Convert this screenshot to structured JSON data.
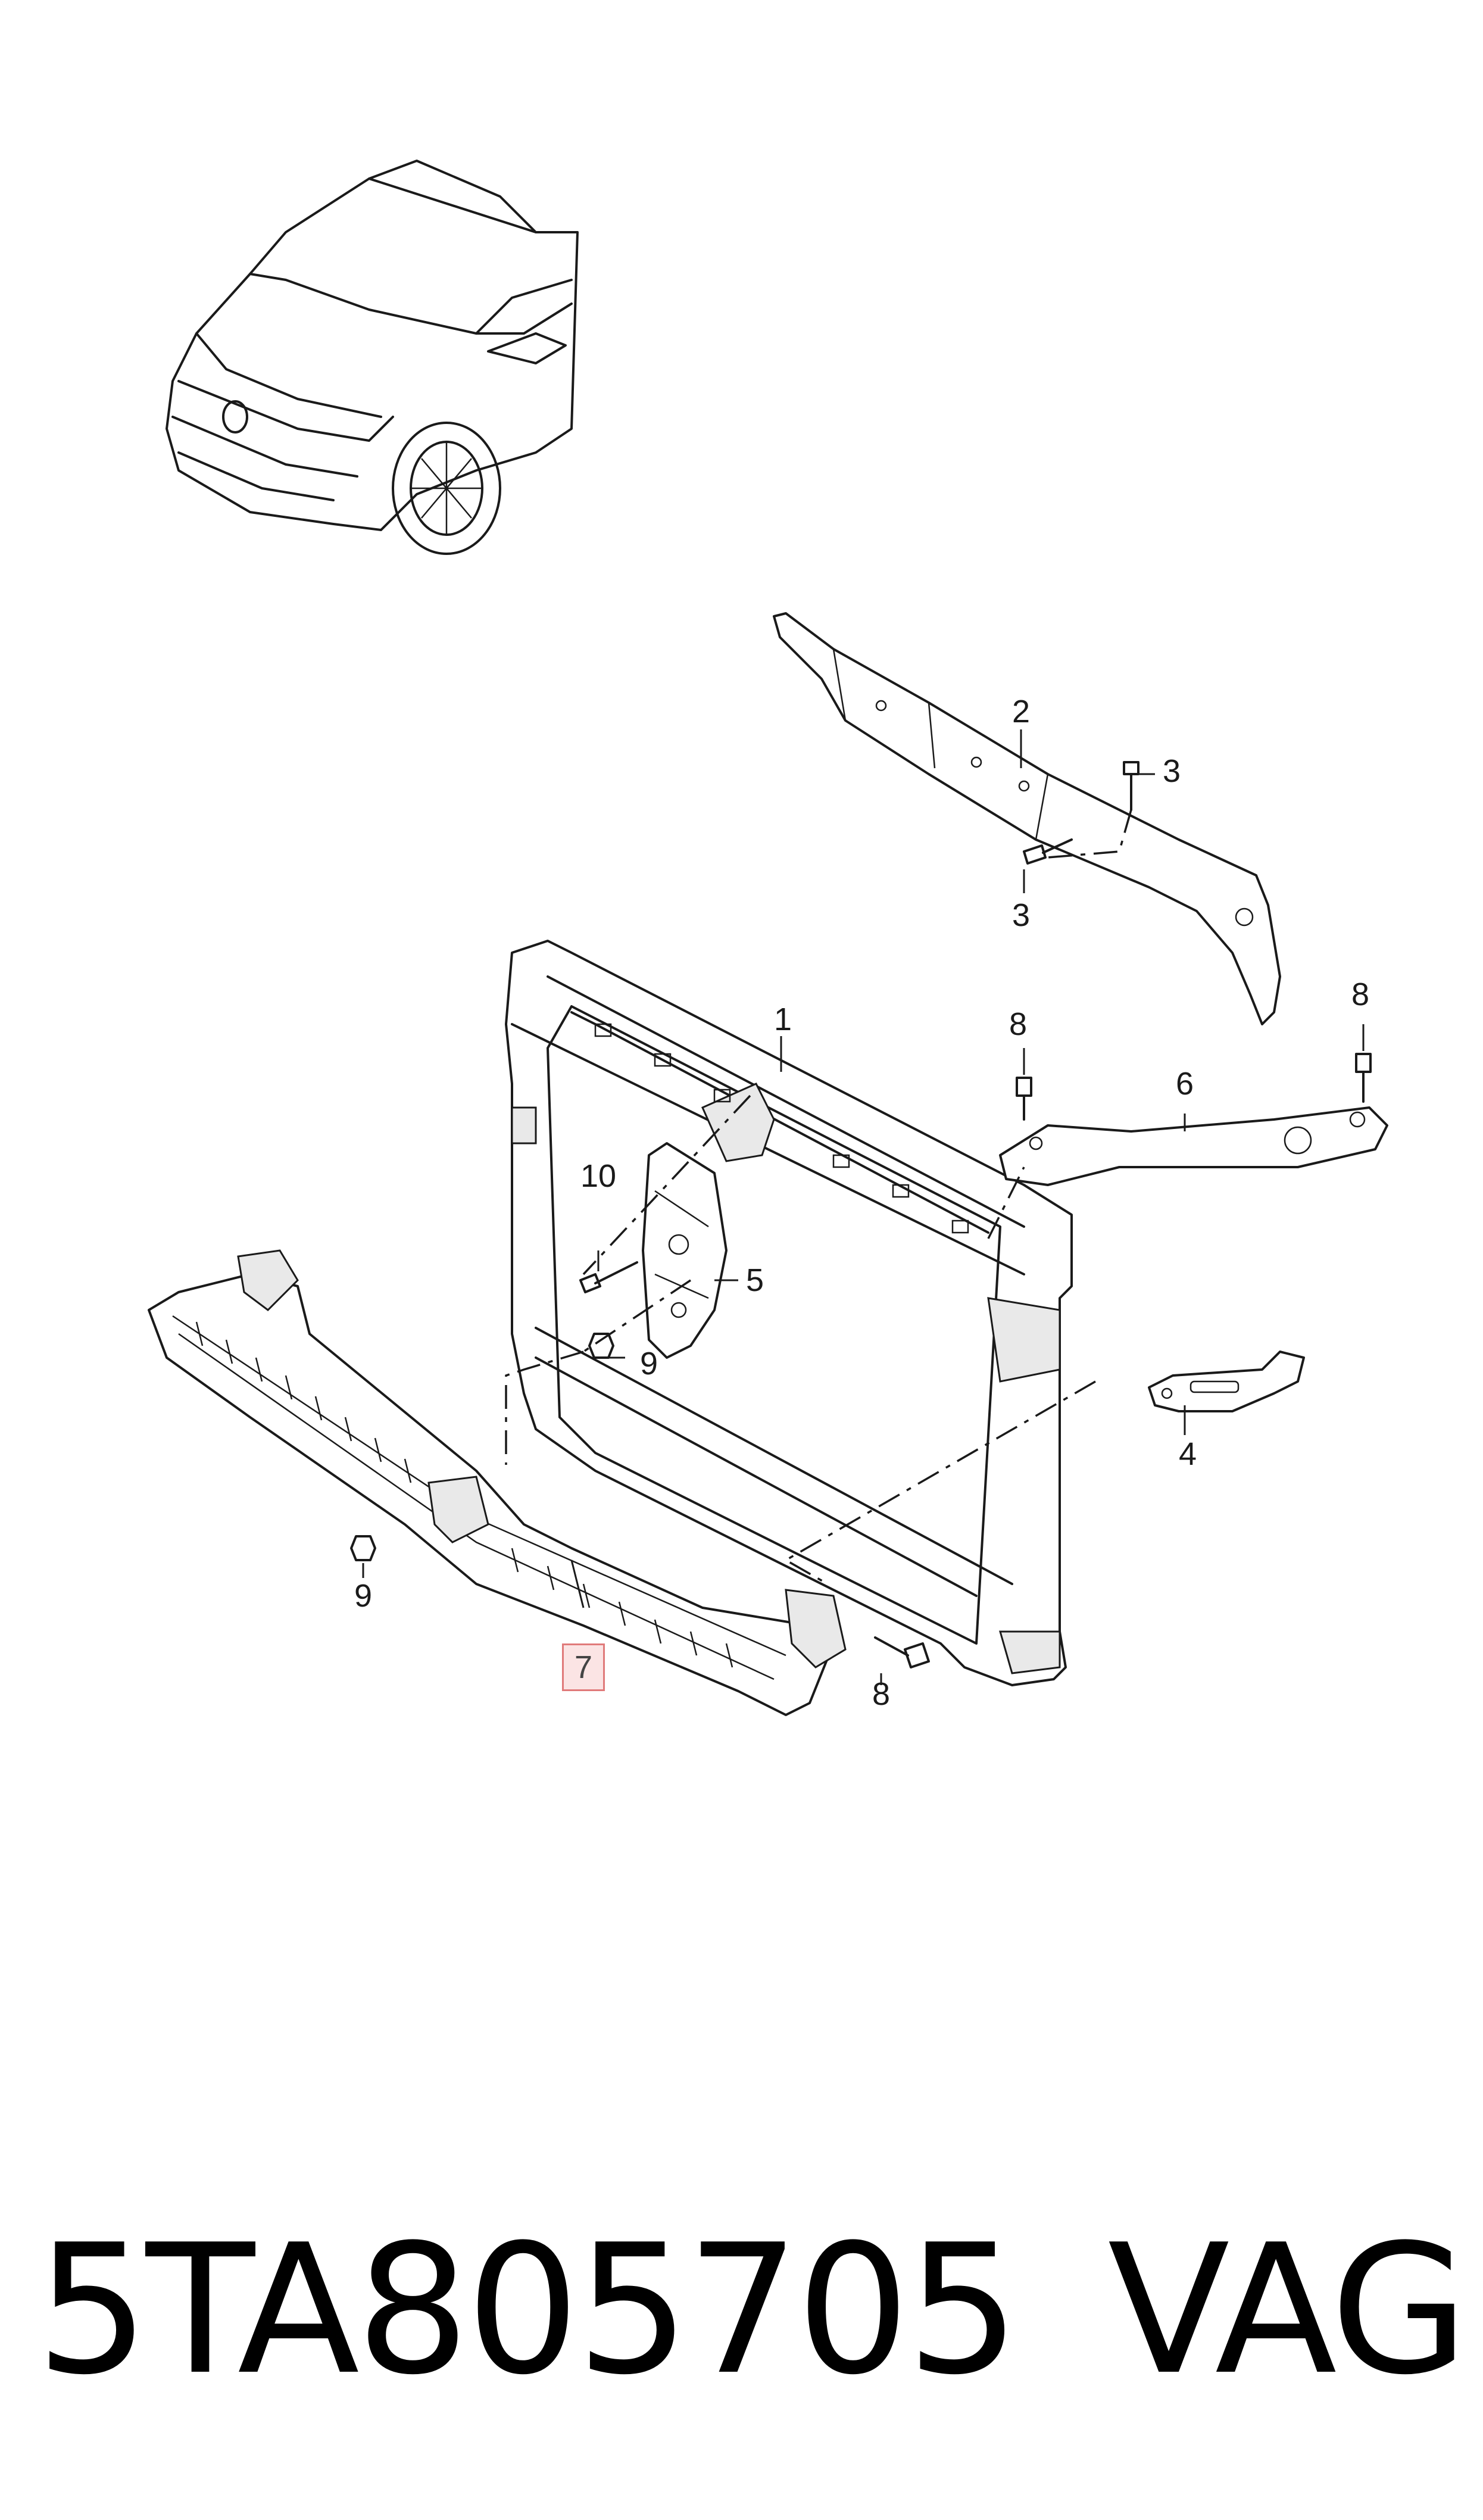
{
  "callouts": {
    "p1": "1",
    "p2": "2",
    "p3a": "3",
    "p3b": "3",
    "p4": "4",
    "p5": "5",
    "p6": "6",
    "p7": "7",
    "p8a": "8",
    "p8b": "8",
    "p8c": "8",
    "p9a": "9",
    "p9b": "9",
    "p10": "10"
  },
  "footer": {
    "part_number": "5TA805705",
    "brand": "VAG"
  },
  "highlight_color": "#e07a7a"
}
